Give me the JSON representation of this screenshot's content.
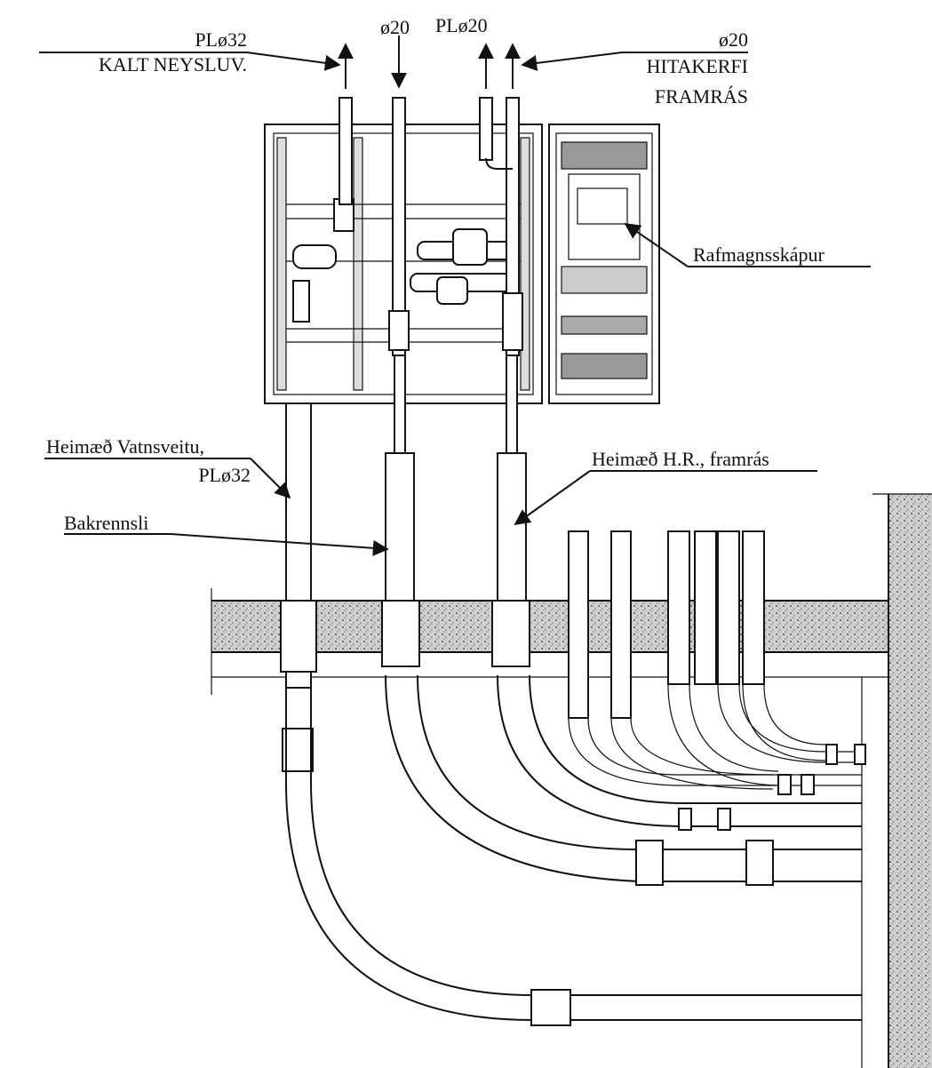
{
  "labels": {
    "top_left_size": "PLø32",
    "top_left_name": "KALT NEYSLUV.",
    "top_mid_size_1": "ø20",
    "top_mid_size_2": "PLø20",
    "top_right_size": "ø20",
    "top_right_name_1": "HITAKERFI",
    "top_right_name_2": "FRAMRÁS",
    "electric_cabinet": "Rafmagnsskápur",
    "supply_water_1": "Heimæð Vatnsveitu,",
    "supply_water_2": "PLø32",
    "return_line": "Bakrennsli",
    "supply_heating": "Heimæð H.R., framrás"
  },
  "colors": {
    "line": "#111111",
    "concrete_fill": "#bdbdbd",
    "background": "#ffffff"
  }
}
